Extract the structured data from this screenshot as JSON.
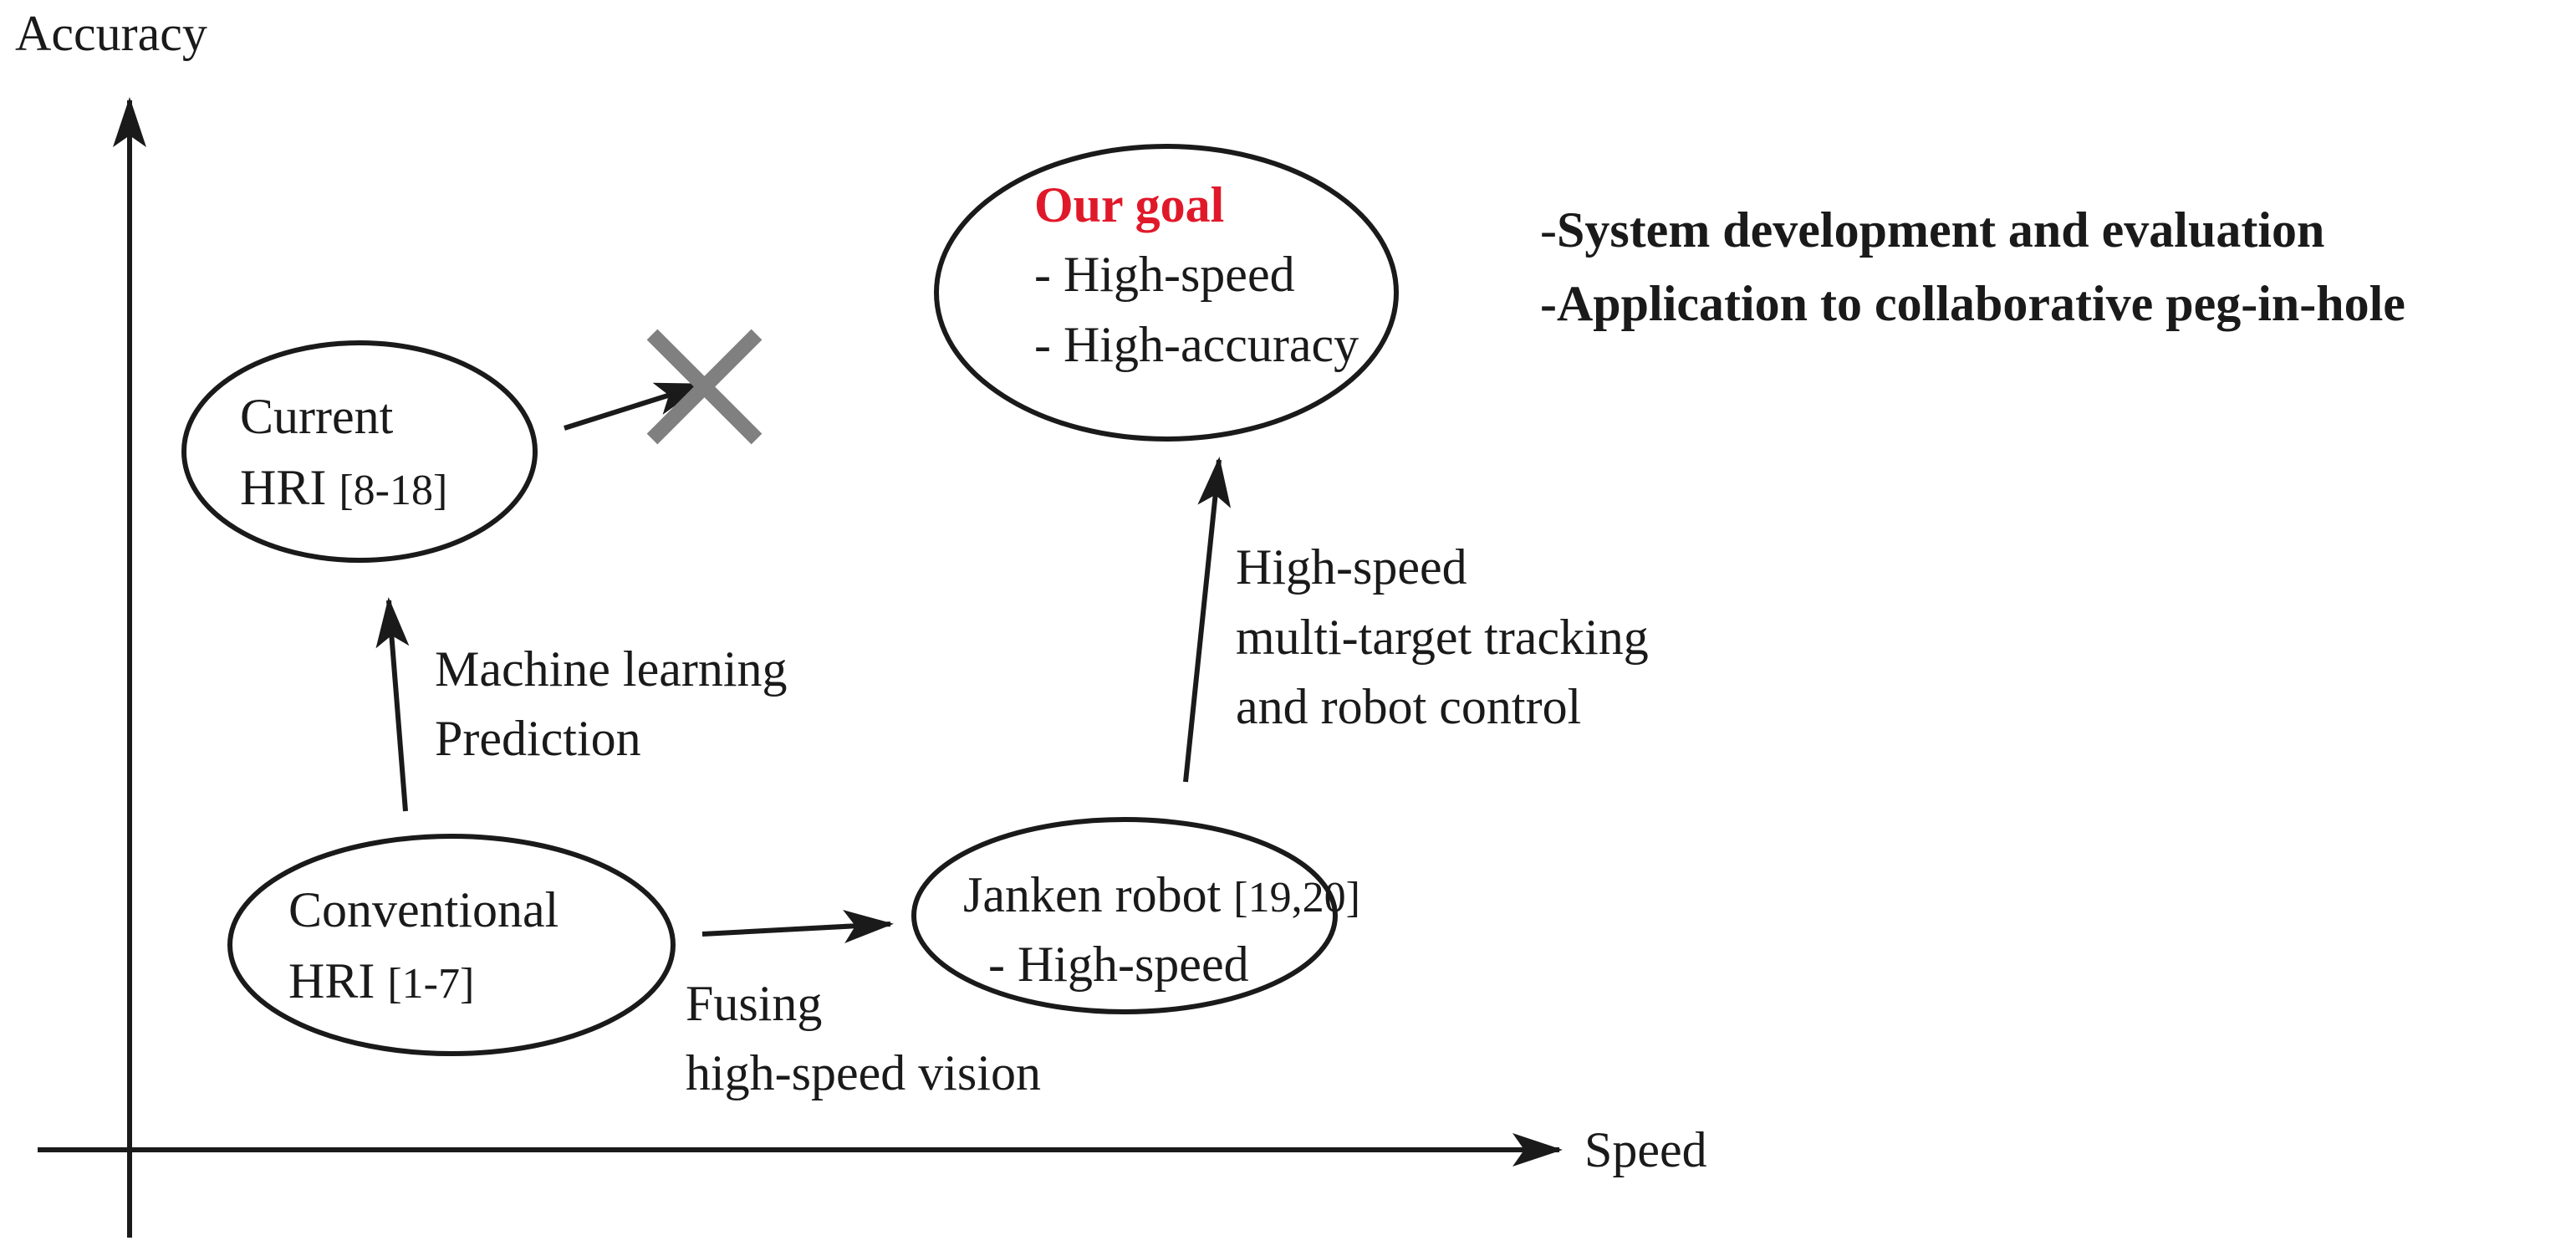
{
  "axes": {
    "y_label": "Accuracy",
    "x_label": "Speed"
  },
  "nodes": {
    "goal": {
      "title": "Our goal",
      "line1": "- High-speed",
      "line2": "- High-accuracy"
    },
    "current": {
      "line1": "Current",
      "line2": "HRI",
      "ref": "[8-18]"
    },
    "conventional": {
      "line1": "Conventional",
      "line2": "HRI",
      "ref": "[1-7]"
    },
    "janken": {
      "line1": "Janken robot",
      "ref": "[19,20]",
      "line2": "- High-speed"
    }
  },
  "notes": {
    "item1_prefix": "-",
    "item1": "System development and evaluation",
    "item2": "-Application to collaborative peg-in-hole"
  },
  "edges": {
    "ml": {
      "line1": "Machine learning",
      "line2": "Prediction"
    },
    "fusing": {
      "line1": "Fusing",
      "line2": "high-speed vision"
    },
    "tracking": {
      "line1": "High-speed",
      "line2": "multi-target tracking",
      "line3": "and robot control"
    }
  },
  "colors": {
    "line": "#1a1a1a",
    "goal_title": "#e0192a",
    "cross": "#808080"
  },
  "icons": {
    "dead_end": "cross-icon"
  }
}
